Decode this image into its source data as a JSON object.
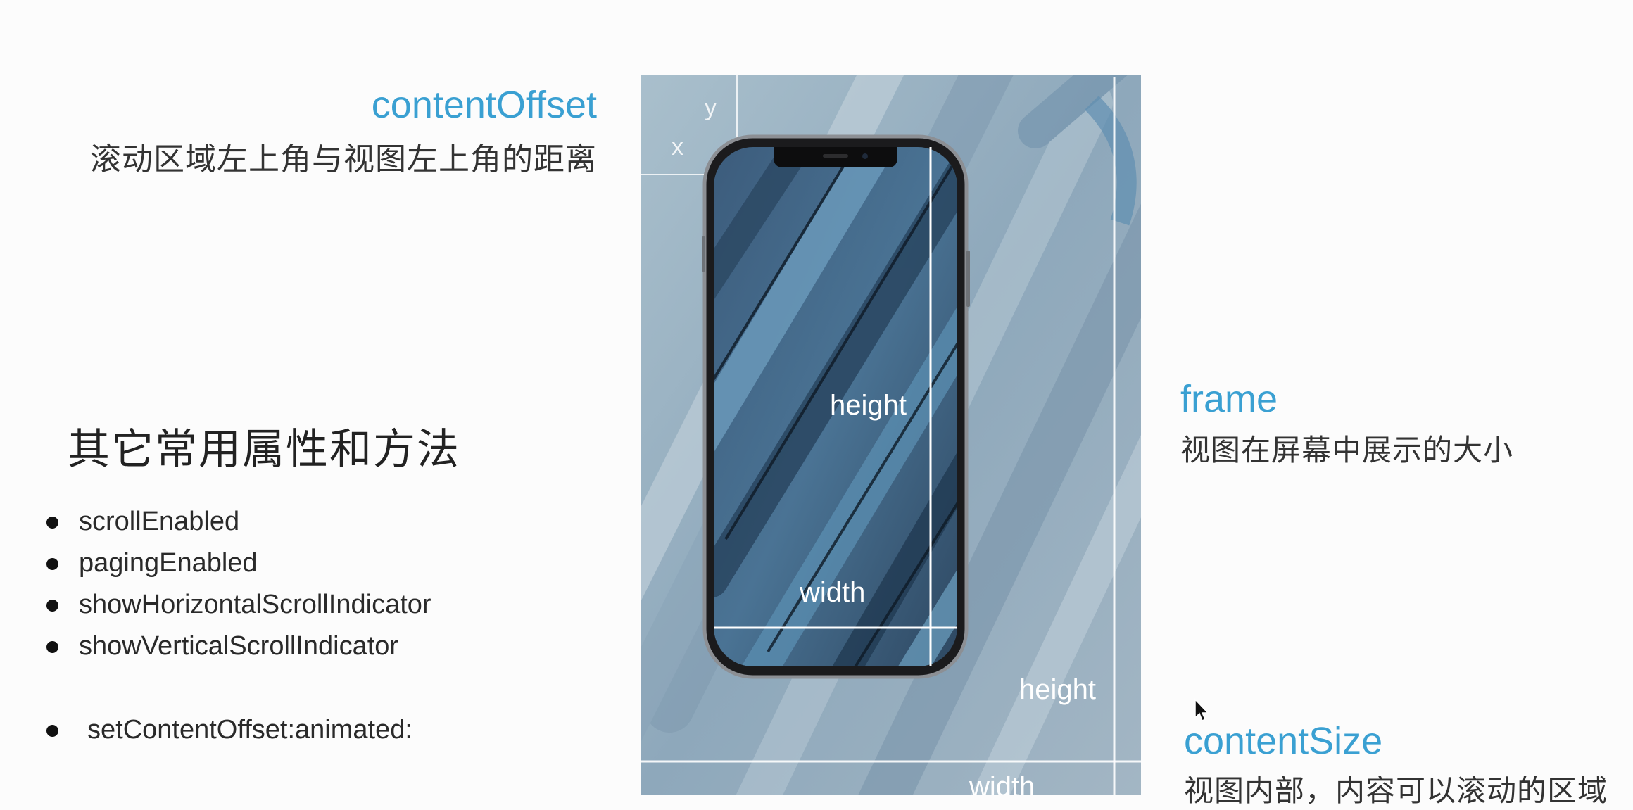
{
  "content_offset": {
    "title": "contentOffset",
    "description": "滚动区域左上角与视图左上角的距离"
  },
  "other": {
    "title": "其它常用属性和方法",
    "properties": [
      "scrollEnabled",
      "pagingEnabled",
      "showHorizontalScrollIndicator",
      "showVerticalScrollIndicator"
    ],
    "method": "setContentOffset:animated:"
  },
  "diagram": {
    "offset_y_label": "y",
    "offset_x_label": "x",
    "frame_height_label": "height",
    "frame_width_label": "width",
    "content_height_label": "height",
    "content_width_label": "width"
  },
  "frame": {
    "title": "frame",
    "description": "视图在屏幕中展示的大小"
  },
  "content_size": {
    "title": "contentSize",
    "description": "视图内部，内容可以滚动的区域"
  },
  "colors": {
    "accent": "#3aa0d2",
    "text": "#222222",
    "background": "#fcfcfc"
  }
}
